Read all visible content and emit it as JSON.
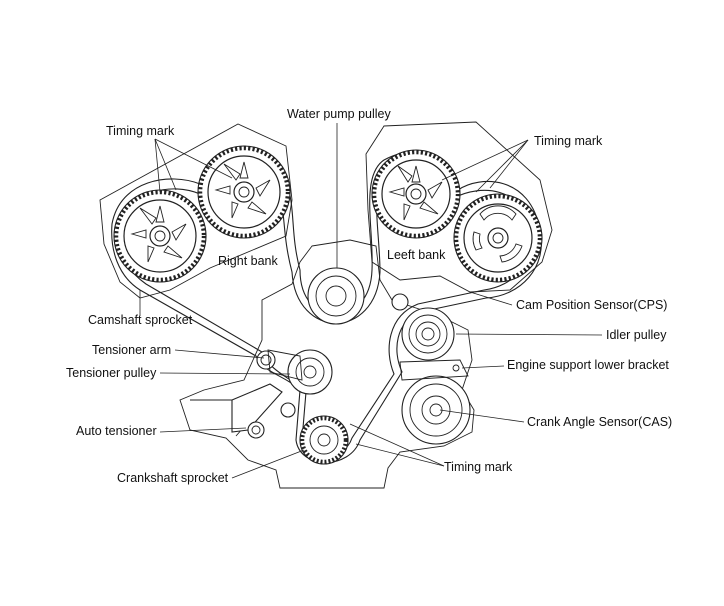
{
  "labels": {
    "water_pump_pulley": "Water pump pulley",
    "timing_mark_left": "Timing mark",
    "timing_mark_right": "Timing mark",
    "right_bank": "Right bank",
    "left_bank": "Leeft bank",
    "camshaft_sprocket": "Camshaft sprocket",
    "cam_position_sensor": "Cam Position Sensor(CPS)",
    "idler_pulley": "Idler pulley",
    "tensioner_arm": "Tensioner arm",
    "engine_support_lower_bracket": "Engine support lower bracket",
    "tensioner_pulley": "Tensioner pulley",
    "crank_angle_sensor": "Crank Angle Sensor(CAS)",
    "auto_tensioner": "Auto tensioner",
    "timing_mark_bottom": "Timing mark",
    "crankshaft_sprocket": "Crankshaft sprocket"
  },
  "colors": {
    "line": "#222222",
    "background": "#ffffff"
  }
}
